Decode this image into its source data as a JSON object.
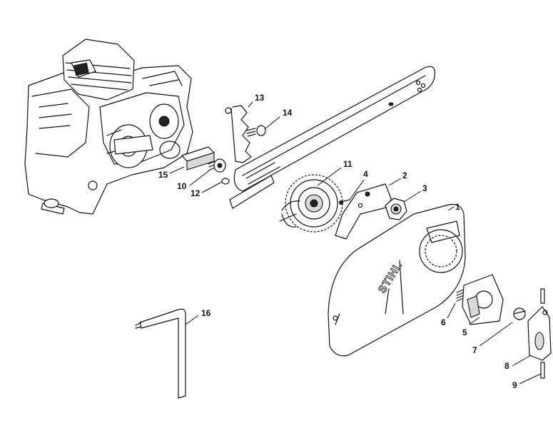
{
  "brand_logo_text": "STIHL",
  "callouts": [
    {
      "id": "1",
      "label": "1"
    },
    {
      "id": "2",
      "label": "2"
    },
    {
      "id": "3",
      "label": "3"
    },
    {
      "id": "4",
      "label": "4"
    },
    {
      "id": "5",
      "label": "5"
    },
    {
      "id": "6",
      "label": "6"
    },
    {
      "id": "7",
      "label": "7"
    },
    {
      "id": "8",
      "label": "8"
    },
    {
      "id": "9",
      "label": "9"
    },
    {
      "id": "10",
      "label": "10"
    },
    {
      "id": "11",
      "label": "11"
    },
    {
      "id": "12",
      "label": "12"
    },
    {
      "id": "13",
      "label": "13"
    },
    {
      "id": "14",
      "label": "14"
    },
    {
      "id": "15",
      "label": "15"
    },
    {
      "id": "16",
      "label": "16"
    }
  ]
}
